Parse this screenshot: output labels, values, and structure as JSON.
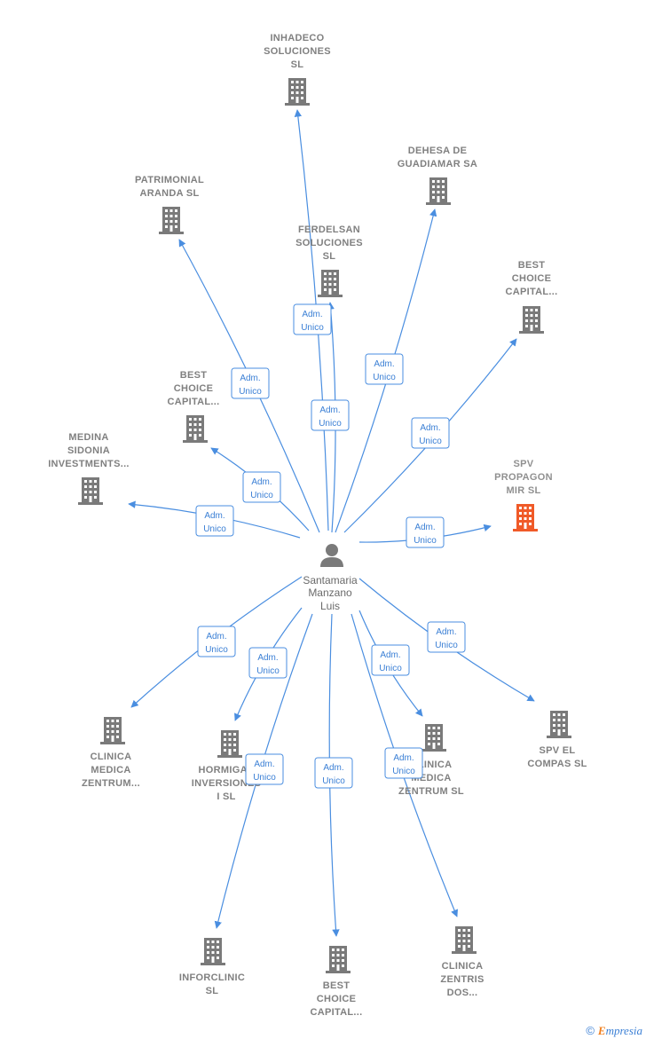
{
  "center": {
    "lines": [
      "Santamaria",
      "Manzano",
      "Luis"
    ]
  },
  "edge_label": [
    "Adm.",
    "Unico"
  ],
  "companies": [
    {
      "id": "inhadeco",
      "lines": [
        "INHADECO",
        "SOLUCIONES",
        "SL"
      ],
      "highlight": false
    },
    {
      "id": "dehesa",
      "lines": [
        "DEHESA DE",
        "GUADIAMAR SA"
      ],
      "highlight": false
    },
    {
      "id": "patrimonial",
      "lines": [
        "PATRIMONIAL",
        "ARANDA  SL"
      ],
      "highlight": false
    },
    {
      "id": "ferdelsan",
      "lines": [
        "FERDELSAN",
        "SOLUCIONES",
        "SL"
      ],
      "highlight": false
    },
    {
      "id": "best1",
      "lines": [
        "BEST",
        "CHOICE",
        "CAPITAL..."
      ],
      "highlight": false
    },
    {
      "id": "best2",
      "lines": [
        "BEST",
        "CHOICE",
        "CAPITAL..."
      ],
      "highlight": false
    },
    {
      "id": "medina",
      "lines": [
        "MEDINA",
        "SIDONIA",
        "INVESTMENTS..."
      ],
      "highlight": false
    },
    {
      "id": "spv_propagon",
      "lines": [
        "SPV",
        "PROPAGON",
        "MIR  SL"
      ],
      "highlight": true
    },
    {
      "id": "clinica_zentrum_l",
      "lines": [
        "CLINICA",
        "MEDICA",
        "ZENTRUM..."
      ],
      "highlight": false
    },
    {
      "id": "hormigas",
      "lines": [
        "HORMIGAS",
        "INVERSIONES",
        "I SL"
      ],
      "highlight": false
    },
    {
      "id": "clinica_zentrum_sl",
      "lines": [
        "CLINICA",
        "MEDICA",
        "ZENTRUM  SL"
      ],
      "highlight": false
    },
    {
      "id": "spv_compas",
      "lines": [
        "SPV EL",
        "COMPAS  SL"
      ],
      "highlight": false
    },
    {
      "id": "inforclinic",
      "lines": [
        "INFORCLINIC",
        "SL"
      ],
      "highlight": false
    },
    {
      "id": "best3",
      "lines": [
        "BEST",
        "CHOICE",
        "CAPITAL..."
      ],
      "highlight": false
    },
    {
      "id": "zentris",
      "lines": [
        "CLINICA",
        "ZENTRIS",
        "DOS..."
      ],
      "highlight": false
    }
  ],
  "colors": {
    "edge": "#4a8ee0",
    "building": "#7a7a7a",
    "highlight": "#f05a28",
    "person": "#7a7a7a"
  },
  "footer": {
    "copyright": "©",
    "brand_first": "E",
    "brand_rest": "mpresia"
  }
}
